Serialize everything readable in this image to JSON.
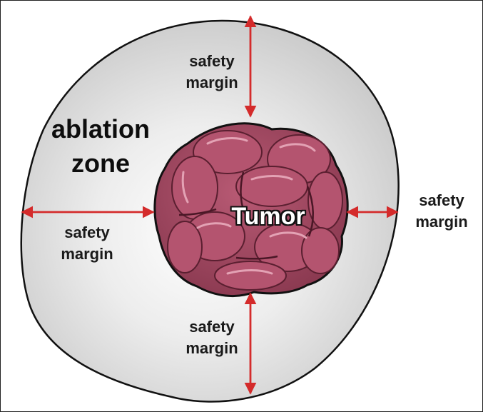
{
  "labels": {
    "ablation_zone_line1": "ablation",
    "ablation_zone_line2": "zone",
    "tumor": "Tumor",
    "margin_top_line1": "safety",
    "margin_top_line2": "margin",
    "margin_left_line1": "safety",
    "margin_left_line2": "margin",
    "margin_right_line1": "safety",
    "margin_right_line2": "margin",
    "margin_bottom_line1": "safety",
    "margin_bottom_line2": "margin"
  },
  "colors": {
    "arrow": "#d42b2b",
    "zone_fill_center": "#ffffff",
    "zone_fill_edge": "#c9c9c9",
    "tumor_fill": "#a64a63",
    "tumor_dark": "#7a2f44",
    "tumor_highlight": "#d98aa0",
    "outline": "#111111"
  }
}
